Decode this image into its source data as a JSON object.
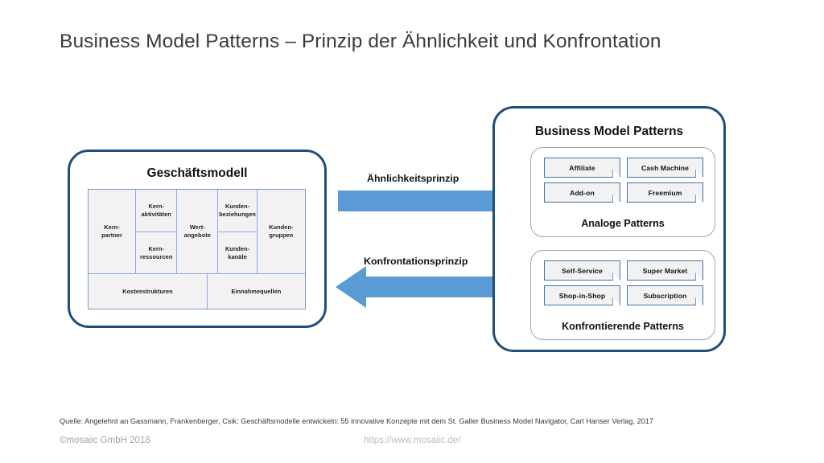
{
  "slide": {
    "title": "Business Model Patterns – Prinzip der Ähnlichkeit und Konfrontation"
  },
  "colors": {
    "arrow_blue": "#5B9BD5",
    "panel_border_navy": "#1F4E79",
    "card_border_blue": "#4472A8",
    "cell_fill_gray": "#F2F2F2",
    "subpanel_border_gray": "#A6A6A6",
    "title_text": "#3C3C3C",
    "footer_muted": "#A6A6A6"
  },
  "left_panel": {
    "heading": "Geschäftsmodell",
    "canvas_cells": [
      {
        "id": "key-partners",
        "label": "Kern-\npartner"
      },
      {
        "id": "key-activities",
        "label": "Kern-\naktivitäten"
      },
      {
        "id": "key-resources",
        "label": "Kern-\nressourcen"
      },
      {
        "id": "value-proposition",
        "label": "Wert-\nangebote"
      },
      {
        "id": "customer-relations",
        "label": "Kunden-\nbeziehungen"
      },
      {
        "id": "customer-channels",
        "label": "Kunden-\nkanäle"
      },
      {
        "id": "customer-segments",
        "label": "Kunden-\ngruppen"
      },
      {
        "id": "cost-structure",
        "label": "Kostenstrukturen"
      },
      {
        "id": "revenue-streams",
        "label": "Einnahmequellen"
      }
    ]
  },
  "arrows": [
    {
      "id": "similarity",
      "label": "Ähnlichkeitsprinzip",
      "direction": "right"
    },
    {
      "id": "confrontation",
      "label": "Konfrontationsprinzip",
      "direction": "left"
    }
  ],
  "right_panel": {
    "heading": "Business Model Patterns",
    "groups": [
      {
        "id": "analog",
        "label": "Analoge Patterns",
        "cards": [
          "Affiliate",
          "Cash Machine",
          "Add-on",
          "Freemium"
        ]
      },
      {
        "id": "confronting",
        "label": "Konfrontierende Patterns",
        "cards": [
          "Self-Service",
          "Super Market",
          "Shop-in-Shop",
          "Subscription"
        ]
      }
    ]
  },
  "footer": {
    "source": "Quelle: Angelehnt an Gassmann, Frankenberger, Csik: Geschäftsmodelle entwickeln: 55 innovative Konzepte mit dem St. Galler Business Model Navigator, Carl Hanser Verlag, 2017",
    "copyright": "©mosaiic GmbH 2018",
    "website": "https://www.mosaiic.de/"
  }
}
